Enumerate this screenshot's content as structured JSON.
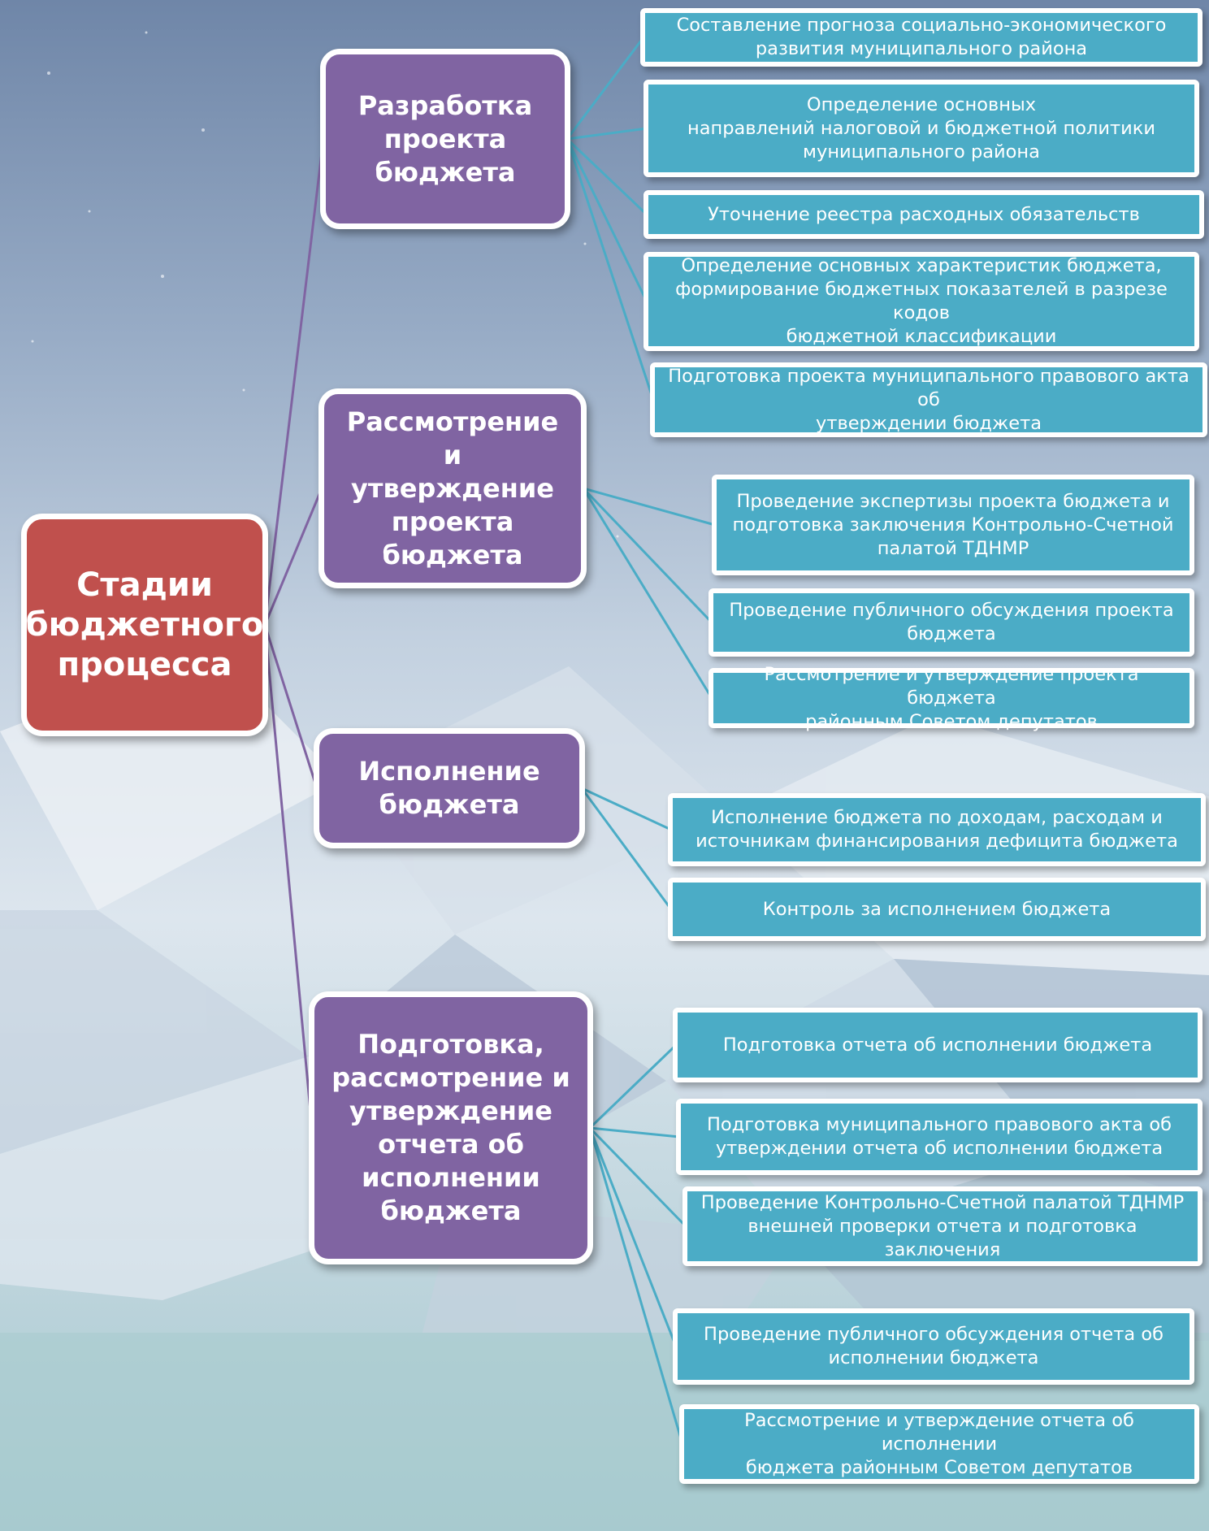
{
  "colors": {
    "root_fill": "#c0504d",
    "stage_fill": "#8064a2",
    "step_fill": "#4bacc6",
    "stage_connector": "#8064a2",
    "step_connector": "#4bacc6",
    "box_border": "#ffffff"
  },
  "root": {
    "label": "Стадии\nбюджетного\nпроцесса"
  },
  "stages": [
    {
      "label": "Разработка\nпроекта\nбюджета",
      "steps": [
        "Составление прогноза социально-экономического\nразвития муниципального района",
        "Определение основных\nнаправлений налоговой и бюджетной политики\nмуниципального района",
        "Уточнение реестра расходных обязательств",
        "Определение основных характеристик бюджета,\nформирование бюджетных показателей в разрезе кодов\nбюджетной классификации",
        "Подготовка проекта  муниципального правового акта об\nутверждении бюджета"
      ]
    },
    {
      "label": "Рассмотрение и\nутверждение\nпроекта бюджета",
      "steps": [
        "Проведение экспертизы проекта бюджета и\nподготовка заключения Контрольно-Счетной\nпалатой ТДНМР",
        "Проведение публичного обсуждения проекта\nбюджета",
        "Рассмотрение  и утверждение проекта бюджета\nрайонным Советом депутатов"
      ]
    },
    {
      "label": "Исполнение\nбюджета",
      "steps": [
        "Исполнение бюджета по доходам, расходам и\nисточникам финансирования дефицита бюджета",
        "Контроль за исполнением бюджета"
      ]
    },
    {
      "label": "Подготовка,\nрассмотрение и\nутверждение\nотчета об\nисполнении\nбюджета",
      "steps": [
        "Подготовка отчета об исполнении бюджета",
        "Подготовка муниципального правового акта об\nутверждении отчета об исполнении бюджета",
        "Проведение Контрольно-Счетной палатой ТДНМР\nвнешней проверки  отчета и подготовка заключения",
        "Проведение публичного обсуждения отчета об\nисполнении бюджета",
        "Рассмотрение  и утверждение отчета об исполнении\nбюджета районным Советом депутатов"
      ]
    }
  ]
}
